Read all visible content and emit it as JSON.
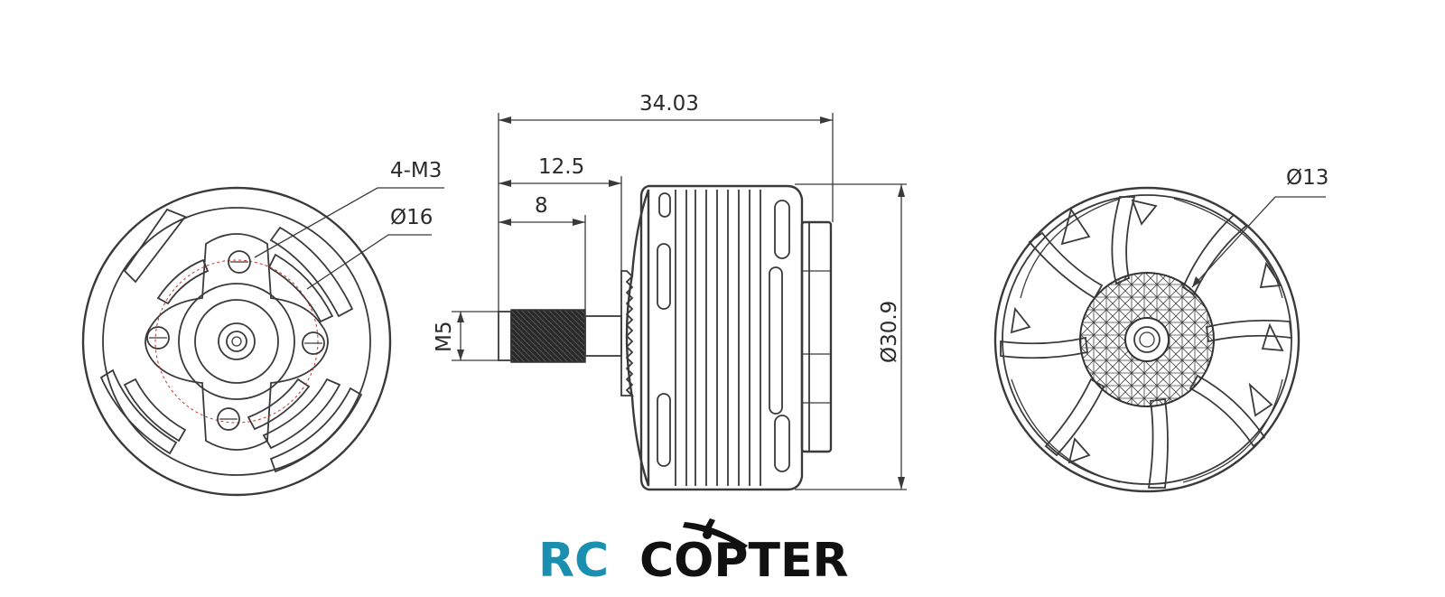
{
  "dimensions": {
    "overall_length": "34.03",
    "shaft_length": "12.5",
    "thread_length": "8",
    "thread_size": "M5",
    "body_diameter": "Ø30.9",
    "mount_holes": "4-M3",
    "mount_circle": "Ø16",
    "rear_diameter": "Ø13"
  },
  "logo": {
    "part1": "RC",
    "part2": "COPTER",
    "colors": {
      "part1": "#1b8fb0",
      "part2": "#111111"
    }
  },
  "colors": {
    "line": "#3a3a3a",
    "hole_circle": "#c0392b"
  }
}
